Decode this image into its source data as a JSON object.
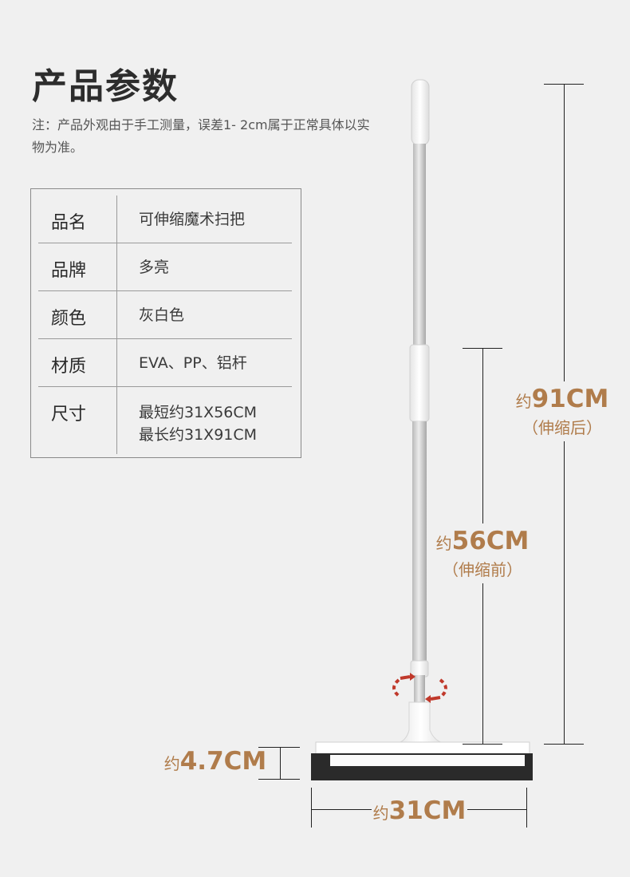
{
  "title": "产品参数",
  "note": "注：产品外观由于手工测量，误差1- 2cm属于正常具体以实物为准。",
  "specs": {
    "name": {
      "label": "品名",
      "value": "可伸缩魔术扫把"
    },
    "brand": {
      "label": "品牌",
      "value": "多亮"
    },
    "color": {
      "label": "颜色",
      "value": "灰白色"
    },
    "material": {
      "label": "材质",
      "value": "EVA、PP、铝杆"
    },
    "size": {
      "label": "尺寸",
      "value_short": "最短约31X56CM",
      "value_long": "最长约31X91CM"
    }
  },
  "dimensions": {
    "extended": {
      "prefix": "约",
      "value": "91CM",
      "note": "（伸缩后）"
    },
    "retracted": {
      "prefix": "约",
      "value": "56CM",
      "note": "（伸缩前）"
    },
    "head_height": {
      "prefix": "约",
      "value": "4.7CM"
    },
    "head_width": {
      "prefix": "约",
      "value": "31CM"
    }
  },
  "colors": {
    "accent": "#b07c4b",
    "background": "#f0f0f0",
    "text": "#333333",
    "rotate_arrow": "#c0392b"
  }
}
